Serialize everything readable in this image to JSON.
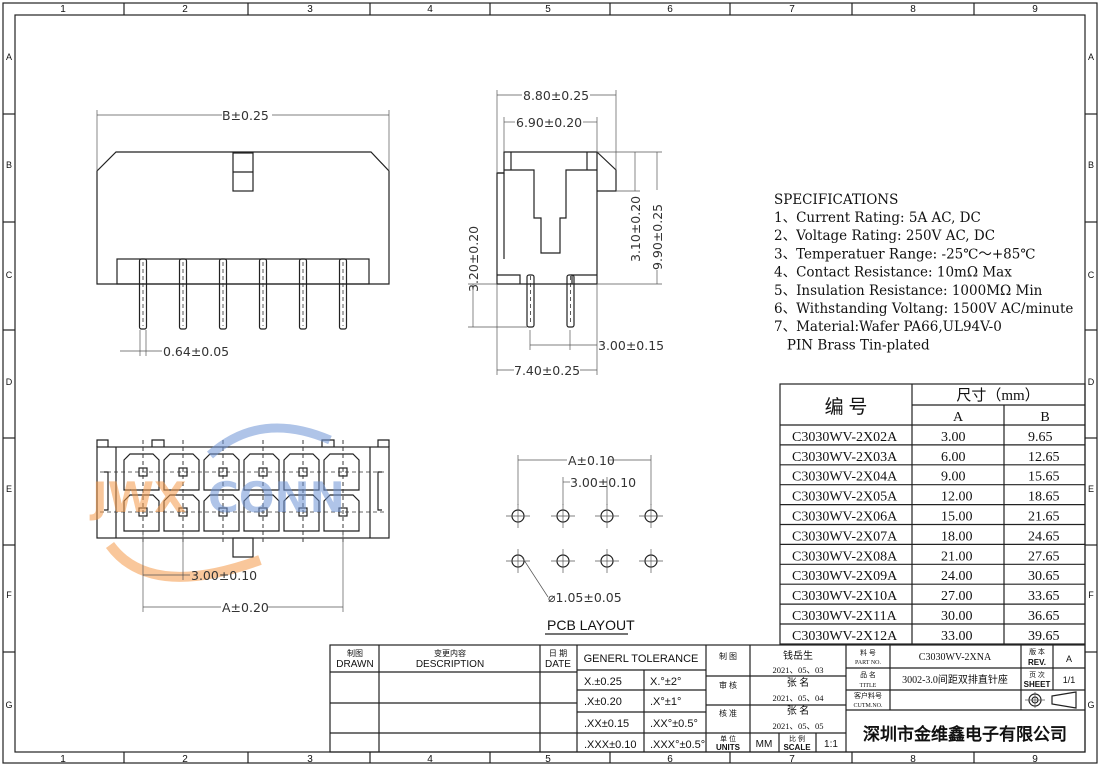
{
  "border": {
    "columns": [
      "1",
      "2",
      "3",
      "4",
      "5",
      "6",
      "7",
      "8",
      "9"
    ],
    "rows": [
      "A",
      "B",
      "C",
      "D",
      "E",
      "F",
      "G"
    ]
  },
  "front_view": {
    "width_dim": "B±0.25",
    "pin_width_dim": "0.64±0.05"
  },
  "side_view": {
    "overall_width": "8.80±0.25",
    "inner_width": "6.90±0.20",
    "latch_height": "3.10±0.20",
    "total_height": "9.90±0.25",
    "pin_length": "3.20±0.20",
    "row_pitch": "3.00±0.15",
    "base_width": "7.40±0.25"
  },
  "bottom_view": {
    "pitch_dim": "3.00±0.10",
    "span_dim": "A±0.20",
    "watermark": "JWXCONN"
  },
  "pcb_layout": {
    "title": "PCB LAYOUT",
    "span_dim": "A±0.10",
    "pitch_dim": "3.00±0.10",
    "hole_dim": "⌀1.05±0.05"
  },
  "specifications": {
    "title": "SPECIFICATIONS",
    "lines": [
      "1、Current Rating: 5A AC, DC",
      "2、Voltage Rating: 250V AC, DC",
      "3、Temperatuer Range: -25℃～+85℃",
      "4、Contact Resistance: 10mΩ Max",
      "5、Insulation Resistance: 1000MΩ Min",
      "6、Withstanding Voltang: 1500V AC/minute",
      "7、Material:Wafer PA66,UL94V-0",
      "   PIN Brass Tin-plated"
    ]
  },
  "size_table": {
    "part_header": "编  号",
    "size_header": "尺寸（mm）",
    "col_a": "A",
    "col_b": "B",
    "rows": [
      {
        "part": "C3030WV-2X02A",
        "a": "3.00",
        "b": "9.65"
      },
      {
        "part": "C3030WV-2X03A",
        "a": "6.00",
        "b": "12.65"
      },
      {
        "part": "C3030WV-2X04A",
        "a": "9.00",
        "b": "15.65"
      },
      {
        "part": "C3030WV-2X05A",
        "a": "12.00",
        "b": "18.65"
      },
      {
        "part": "C3030WV-2X06A",
        "a": "15.00",
        "b": "21.65"
      },
      {
        "part": "C3030WV-2X07A",
        "a": "18.00",
        "b": "24.65"
      },
      {
        "part": "C3030WV-2X08A",
        "a": "21.00",
        "b": "27.65"
      },
      {
        "part": "C3030WV-2X09A",
        "a": "24.00",
        "b": "30.65"
      },
      {
        "part": "C3030WV-2X10A",
        "a": "27.00",
        "b": "33.65"
      },
      {
        "part": "C3030WV-2X11A",
        "a": "30.00",
        "b": "36.65"
      },
      {
        "part": "C3030WV-2X12A",
        "a": "33.00",
        "b": "39.65"
      }
    ]
  },
  "title_block": {
    "drawn_cn": "制图",
    "drawn_en": "DRAWN",
    "desc_cn": "变更内容",
    "desc_en": "DESCRIPTION",
    "date_cn": "日 期",
    "date_en": "DATE",
    "tolerance_title": "GENERL  TOLERANCE",
    "tolerances": [
      [
        "X.±0.25",
        "X.°±2°"
      ],
      [
        ".X±0.20",
        ".X°±1°"
      ],
      [
        ".XX±0.15",
        ".XX°±0.5°"
      ],
      [
        ".XXX±0.10",
        ".XXX°±0.5°"
      ]
    ],
    "drawn_label": "制  图",
    "drawn_by": "钱岳生",
    "drawn_date": "2021、05、03",
    "check_label": "审  核",
    "checked_by": "张  名",
    "check_date": "2021、05、04",
    "approve_label": "核  准",
    "approved_by": "张  名",
    "approve_date": "2021、05、05",
    "units_cn": "单 位",
    "units_en": "UNITS",
    "units": "MM",
    "scale_cn": "比 例",
    "scale_en": "SCALE",
    "scale": "1:1",
    "part_no_cn": "料 号",
    "part_no_en": "PART NO.",
    "part_no": "C3030WV-2XNA",
    "title_cn": "品 名",
    "title_en": "TITLE",
    "title": "3002-3.0间距双排直针座",
    "cust_cn": "客户料号",
    "cust_en": "CUTM.NO.",
    "rev_cn": "版 本",
    "rev_en": "REV.",
    "rev": "A",
    "sheet_cn": "页 次",
    "sheet_en": "SHEET",
    "sheet": "1/1",
    "company": "深圳市金维鑫电子有限公司"
  }
}
